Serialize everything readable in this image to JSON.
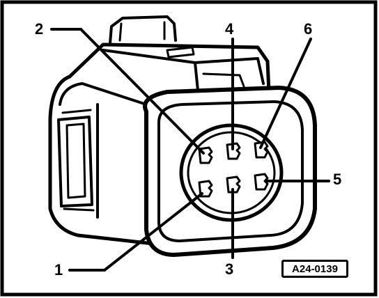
{
  "diagram": {
    "pin_labels": [
      "1",
      "2",
      "3",
      "4",
      "5",
      "6"
    ],
    "reference_code": "A24-0139"
  }
}
